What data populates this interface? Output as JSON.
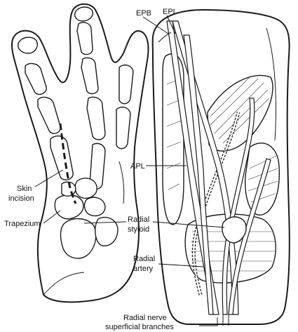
{
  "labels": {
    "epb": "EPB",
    "epl": "EPL",
    "apl": "APL",
    "skin_incision_line1": "Skin",
    "skin_incision_line2": "incision",
    "trapezium": "Trapezium",
    "radial_styloid_line1": "Radial",
    "radial_styloid_line2": "styloid",
    "radial_artery_line1": "Radial",
    "radial_artery_line2": "artery",
    "radial_nerve_line1": "Radial nerve",
    "radial_nerve_line2": "superficial branches"
  }
}
